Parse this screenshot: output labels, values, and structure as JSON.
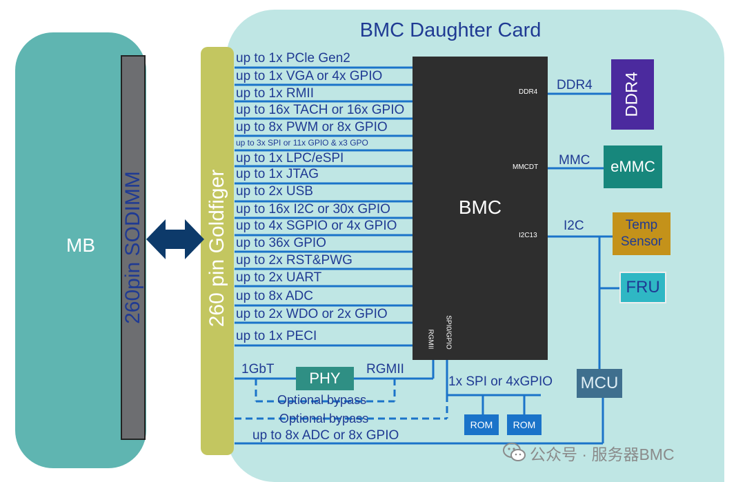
{
  "title": "BMC Daughter Card",
  "mb_label": "MB",
  "sodimm_label": "260pin SODIMM",
  "goldfinger_label": "260 pin Goldfiger",
  "bmc_label": "BMC",
  "signals": [
    "up to 1x PCle Gen2",
    "up to 1x VGA or 4x GPIO",
    "up to 1x RMII",
    "up to 16x TACH or 16x GPIO",
    "up to 8x PWM or 8x GPIO",
    "up to 3x SPI  or 11x GPIO  & x3 GPO",
    "up to 1x LPC/eSPI",
    "up to 1x JTAG",
    "up to 2x USB",
    "up to 16x I2C or 30x GPIO",
    "up to 4x SGPIO or 4x GPIO",
    "up to 36x GPIO",
    "up to 2x RST&PWG",
    "up to 2x UART",
    "up to 8x ADC",
    "up to 2x WDO or 2x GPIO",
    "up to 1x PECI"
  ],
  "bottom_signal": "up to 8x ADC or 8x GPIO",
  "pins": {
    "ddr4": "DDR4",
    "mmcdt": "MMCDT",
    "i2c13": "I2C13",
    "rgmii": "RGMII",
    "spi_gpio": "SPI0/GPIO"
  },
  "buses": {
    "ddr4": "DDR4",
    "mmc": "MMC",
    "i2c": "I2C",
    "gbt": "1GbT",
    "rgmii": "RGMII",
    "spi": "1x SPI or 4xGPIO"
  },
  "bypass_1": "Optional bypass",
  "bypass_2": "Optional bypass",
  "components": {
    "ddr4": "DDR4",
    "emmc": "eMMC",
    "temp_line1": "Temp",
    "temp_line2": "Sensor",
    "fru": "FRU",
    "mcu": "MCU",
    "phy": "PHY",
    "rom1": "ROM",
    "rom2": "ROM"
  },
  "watermark": "公众号 · 服务器BMC",
  "colors": {
    "line": "#1a73c9",
    "text": "#1f3a93",
    "arrow": "#0d3a6a",
    "card_bg": "#bfe6e4",
    "mb_bg": "#5fb5b1",
    "goldfinger": "#c3c660",
    "bmc_chip": "#2e2e2e"
  }
}
